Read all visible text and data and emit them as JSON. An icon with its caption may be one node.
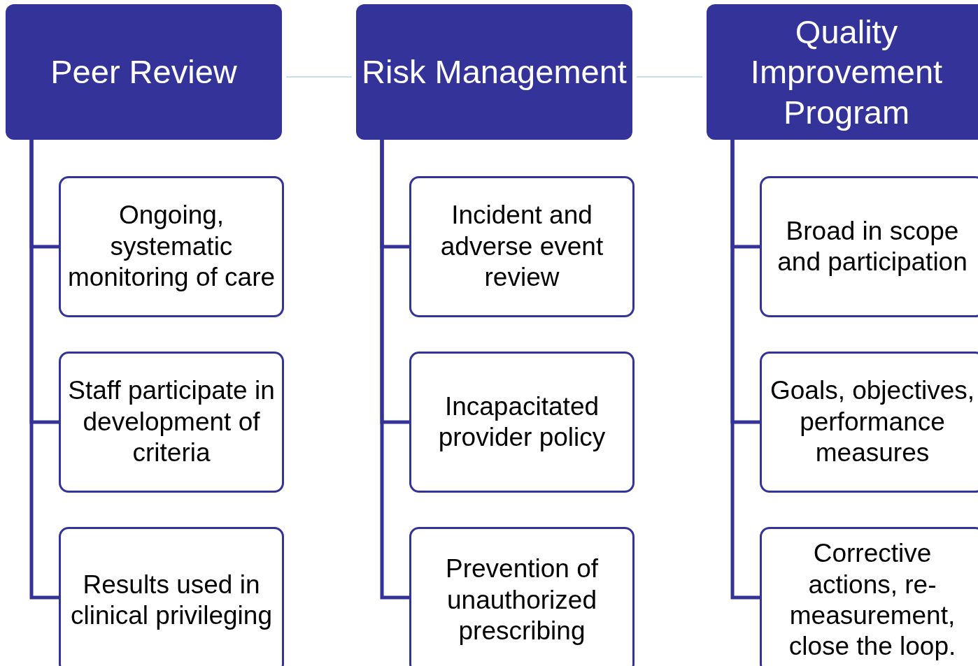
{
  "diagram": {
    "nodes": [
      {
        "text": [
          "Peer Review"
        ]
      },
      {
        "text": [
          "Ongoing, systematic monitoring of care"
        ]
      },
      {
        "text": [
          "Staff participate in development of criteria"
        ]
      },
      {
        "text": [
          "Results used in clinical privileging"
        ]
      },
      {
        "text": [
          "Risk Management"
        ]
      },
      {
        "text": [
          "Incident and adverse event review"
        ]
      },
      {
        "text": [
          "Incapacitated provider policy"
        ]
      },
      {
        "text": [
          "Prevention of unauthorized prescribing"
        ]
      },
      {
        "text": [
          "Quality Improvement Program"
        ]
      },
      {
        "text": [
          "Broad in scope and participation"
        ]
      },
      {
        "text": [
          "Goals, objectives, performance measures"
        ]
      },
      {
        "text": [
          "Corrective actions, re-measurement, close the loop."
        ]
      }
    ],
    "edges": [
      {
        "from": 0,
        "to": 4,
        "arrow": "none",
        "color": "#c6e2e8"
      },
      {
        "from": 4,
        "to": 8,
        "arrow": "none",
        "color": "#c6e2e8"
      },
      {
        "from": 0,
        "to": 1,
        "arrow": "none"
      },
      {
        "from": 0,
        "to": 2,
        "arrow": "none"
      },
      {
        "from": 0,
        "to": 3,
        "arrow": "none"
      },
      {
        "from": 4,
        "to": 5,
        "arrow": "none"
      },
      {
        "from": 4,
        "to": 6,
        "arrow": "none"
      },
      {
        "from": 4,
        "to": 7,
        "arrow": "none"
      },
      {
        "from": 8,
        "to": 9,
        "arrow": "none"
      },
      {
        "from": 8,
        "to": 10,
        "arrow": "none"
      },
      {
        "from": 8,
        "to": 11,
        "arrow": "none"
      }
    ]
  }
}
